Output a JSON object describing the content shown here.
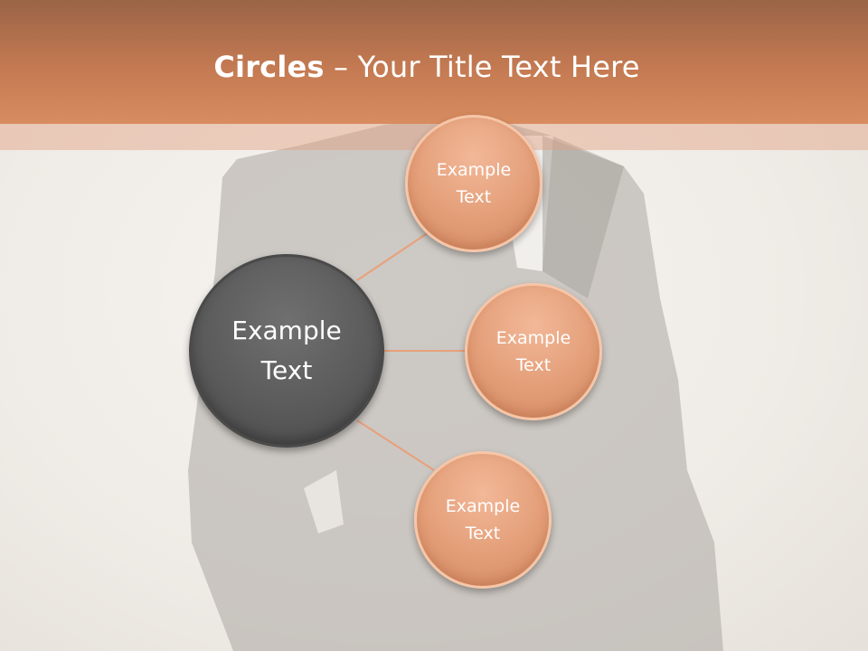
{
  "slide": {
    "title_bold": "Circles",
    "title_rest": " – Your Title Text Here"
  },
  "diagram": {
    "hub_label": "Example\nText",
    "nodes": [
      {
        "label": "Example\nText"
      },
      {
        "label": "Example\nText"
      },
      {
        "label": "Example\nText"
      }
    ]
  },
  "colors": {
    "title_bar": "#c47a52",
    "hub_fill": "#5b5b5b",
    "node_fill": "#e39e78",
    "connector": "#e8a07a"
  }
}
